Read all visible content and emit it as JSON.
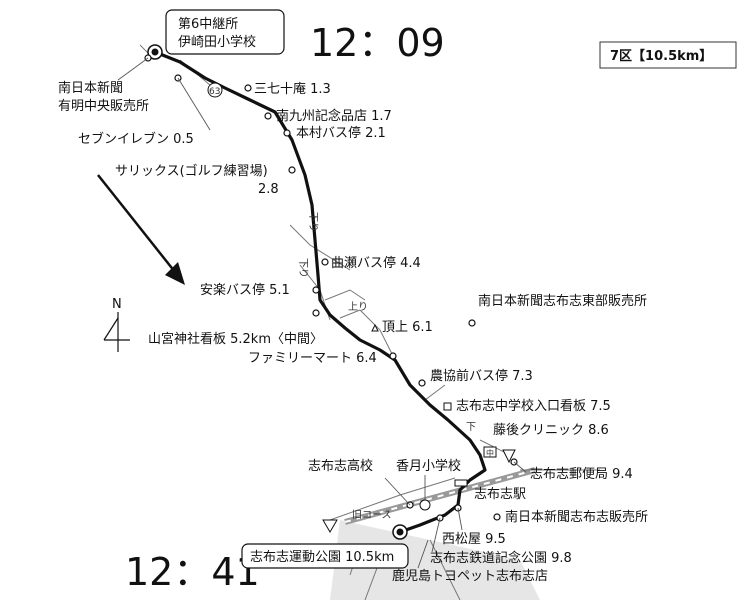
{
  "header": {
    "relay_box_line1": "第6中継所",
    "relay_box_line2": "伊崎田小学校",
    "start_time": "12：09",
    "section_badge": "7区【10.5km】"
  },
  "finish": {
    "time": "12：41",
    "box_label": "志布志運動公園 10.5km"
  },
  "compass": {
    "label": "N"
  },
  "road_labels": {
    "route_63": "63",
    "down_1": "下り",
    "down_2": "下り",
    "up_1": "上り",
    "down_3": "下",
    "old_course": "旧コース"
  },
  "landmarks": {
    "minaminihon_ariake": "南日本新聞",
    "minaminihon_ariake_2": "有明中央販売所",
    "seven_eleven": "セブンイレブン 0.5",
    "sanshichi": "三七十庵 1.3",
    "minamikyushu": "南九州記念品店 1.7",
    "motomura": "本村バス停 2.1",
    "sarikkusu": "サリックス(ゴルフ練習場)",
    "sarikkusu_km": "2.8",
    "magarise": "曲瀬バス停 4.4",
    "anraku": "安楽バス停 5.1",
    "yamamiya": "山宮神社看板 5.2km〈中間〉",
    "summit": "頂上 6.1",
    "minaminihon_shibushi_east": "南日本新聞志布志東部販売所",
    "familymart": "ファミリーマート 6.4",
    "noukyoumae": "農協前バス停 7.3",
    "shibushi_jhs": "志布志中学校入口看板 7.5",
    "fujigo": "藤後クリニック 8.6",
    "shibushi_hs": "志布志高校",
    "kougetsu": "香月小学校",
    "post_office": "志布志郵便局 9.4",
    "station": "志布志駅",
    "minaminihon_shibushi": "南日本新聞志布志販売所",
    "nishimatsuya": "西松屋 9.5",
    "railway_park": "志布志鉄道記念公園 9.8",
    "toyopet": "鹿児島トヨペット志布志店"
  }
}
